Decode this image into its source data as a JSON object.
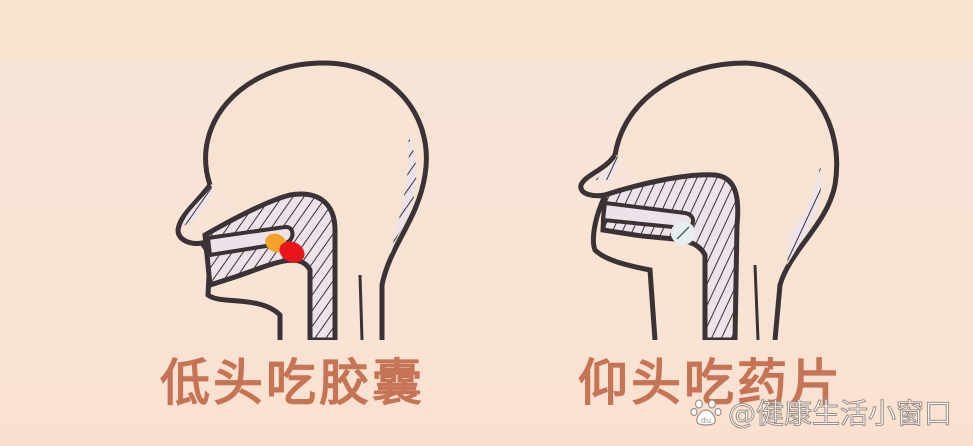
{
  "panels": [
    {
      "id": "left",
      "caption": "低头吃胶囊",
      "object": "capsule",
      "capsule_colors": [
        "#f2a22b",
        "#e8161b"
      ]
    },
    {
      "id": "right",
      "caption": "仰头吃药片",
      "object": "tablet",
      "tablet_color": "#e6eef2"
    }
  ],
  "watermark": {
    "icon": "baidu-paw-icon",
    "text": "@健康生活小窗口"
  },
  "colors": {
    "background": "#f7e5d6",
    "outline": "#3b3236",
    "caption": "#c57455",
    "hatch_fill": "#ece2ea"
  }
}
